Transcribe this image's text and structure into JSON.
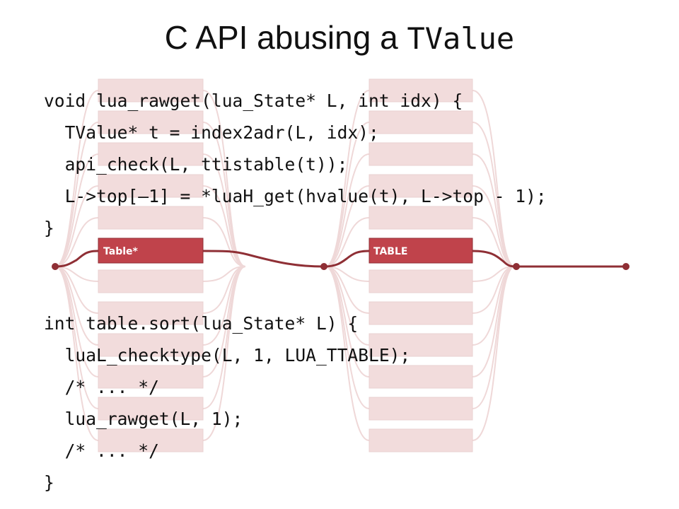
{
  "slide": {
    "title_prefix": "C API abusing a ",
    "title_code": "TValue",
    "block1": [
      "void lua_rawget(lua_State* L, int idx) {",
      "  TValue* t = index2adr(L, idx);",
      "  api_check(L, ttistable(t));",
      "  L->top[–1] = *luaH_get(hvalue(t), L->top - 1);",
      "}"
    ],
    "block2": [
      "int table.sort(lua_State* L) {",
      "  luaL_checktype(L, 1, LUA_TTABLE);",
      "  /* ... */",
      "  lua_rawget(L, 1);",
      "  /* ... */",
      "}"
    ]
  },
  "diagram": {
    "left_box_label": "Table*",
    "right_box_label": "TABLE",
    "highlight_color": "#c0434b",
    "faded_color": "#f2dcdc",
    "line_color": "#8f2f35"
  }
}
